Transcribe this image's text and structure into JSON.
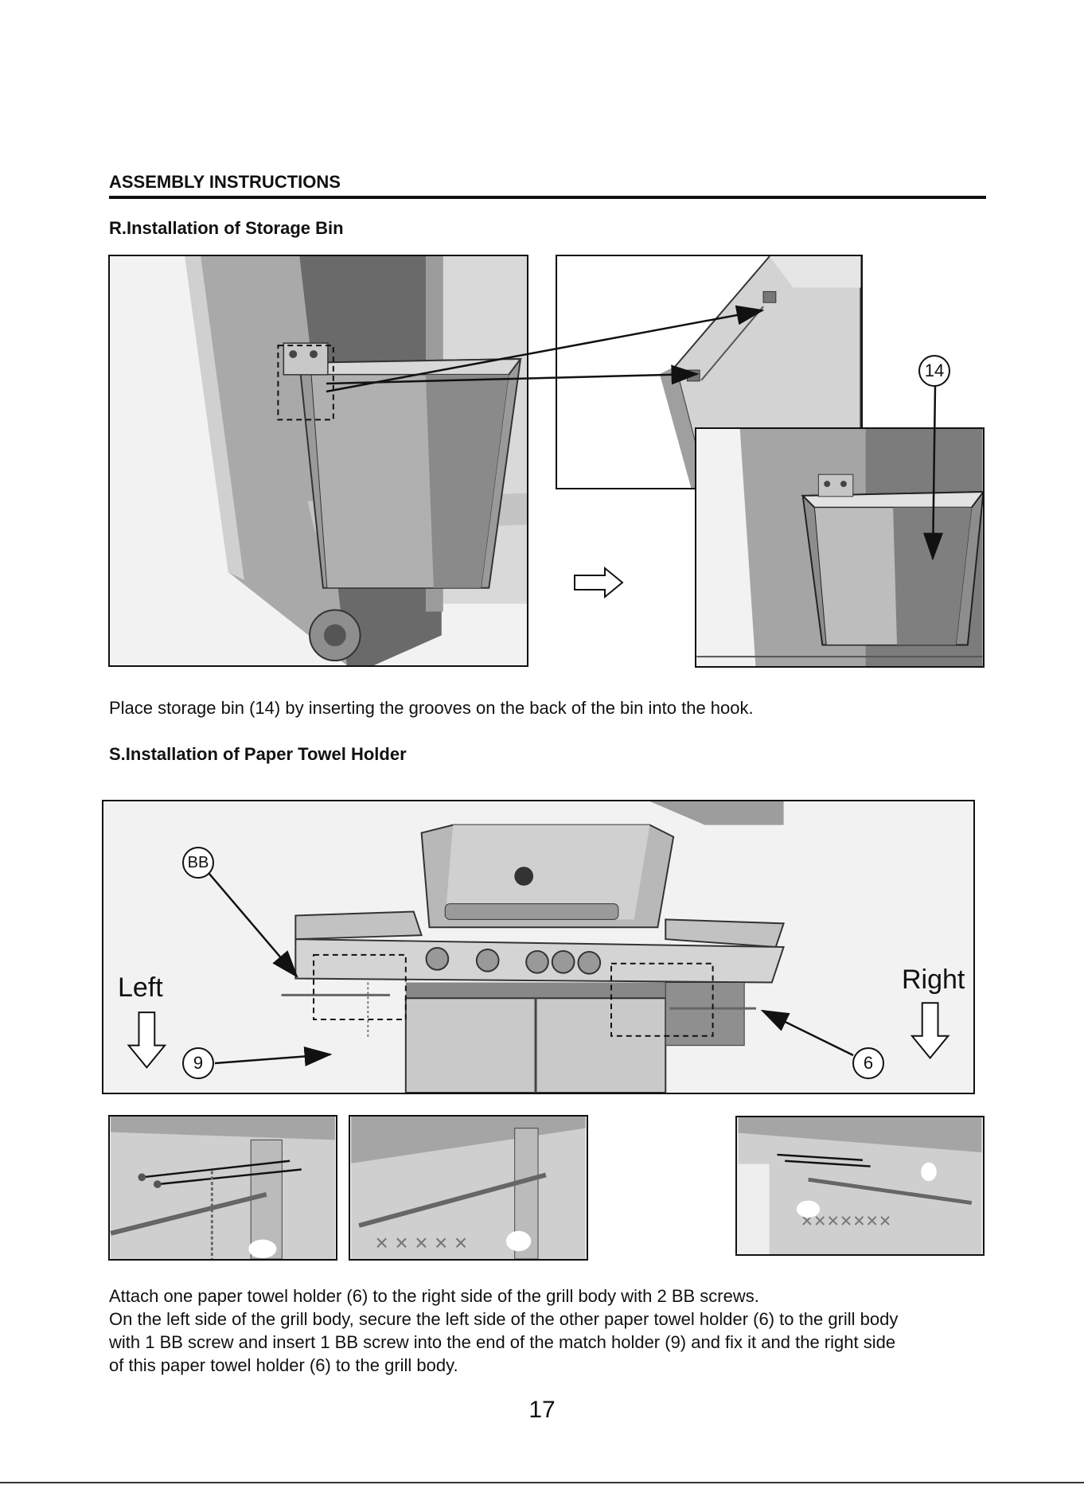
{
  "header": {
    "title": "ASSEMBLY INSTRUCTIONS"
  },
  "section_r": {
    "title": "R.Installation of Storage Bin",
    "callout_part": "14",
    "instruction": "Place storage bin (14) by inserting the grooves on the back of the bin into the hook."
  },
  "section_s": {
    "title": "S.Installation of Paper Towel Holder",
    "label_left": "Left",
    "label_right": "Right",
    "callout_bb": "BB",
    "callout_9": "9",
    "callout_6": "6",
    "instructions": [
      "Attach one paper towel holder (6) to the right side of the grill body with 2 BB screws.",
      "On the left side of the grill body, secure the left side of the other paper towel holder (6) to the grill body",
      "with 1 BB screw and insert 1 BB screw into the end of the match holder (9) and fix it and the right side",
      "of this paper towel holder (6) to the grill body."
    ]
  },
  "page": {
    "number": "17"
  }
}
